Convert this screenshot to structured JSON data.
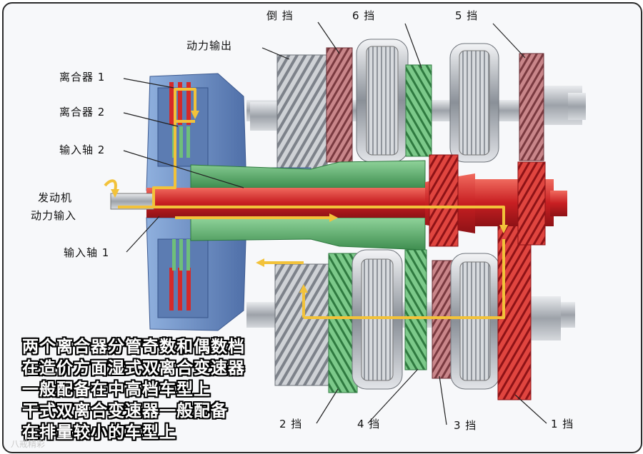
{
  "labels": {
    "reverse_gear": "倒 挡",
    "gear6": "6 挡",
    "gear5": "5 挡",
    "power_output": "动力输出",
    "clutch1": "离合器 1",
    "clutch2": "离合器 2",
    "input_shaft2": "输入轴 2",
    "engine_input_line1": "发动机",
    "engine_input_line2": "动力输入",
    "input_shaft1": "输入轴 1",
    "gear2": "2 挡",
    "gear4": "4 挡",
    "gear3": "3 挡",
    "gear1": "1 挡"
  },
  "caption": {
    "line1": "两个离合器分管奇数和偶数档",
    "line2": "在造价方面湿式双离合变速器",
    "line3": "一般配备在中高档车型上",
    "line4": "干式双离合变速器一般配备",
    "line5": "在排量较小的车型上"
  },
  "watermark": "八戒精彩",
  "colors": {
    "shaft_red": "#d42a2a",
    "green_part": "#5fae6e",
    "blue_housing": "#6f8fc0",
    "flow_arrow": "#f2c23a",
    "steel": "#b8bcc2"
  }
}
